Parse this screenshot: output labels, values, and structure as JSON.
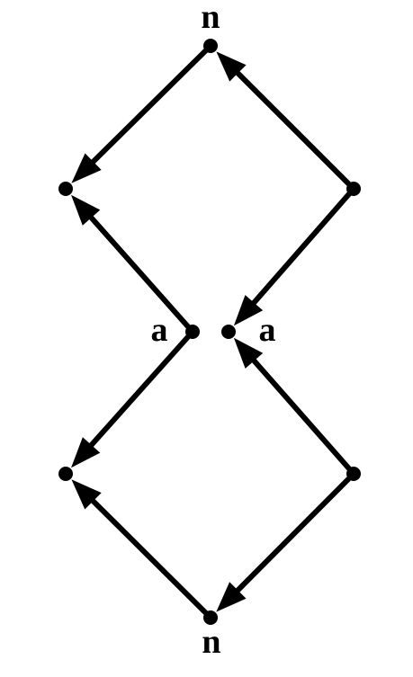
{
  "diagram": {
    "colors": {
      "ink": "#000000",
      "background": "#ffffff"
    },
    "labels": {
      "top": "n",
      "bottom": "n",
      "middle_left": "a",
      "middle_right": "a"
    },
    "nodes": [
      {
        "id": "top",
        "label": "n"
      },
      {
        "id": "upper-left"
      },
      {
        "id": "upper-right"
      },
      {
        "id": "middle-left",
        "label": "a"
      },
      {
        "id": "middle-right",
        "label": "a"
      },
      {
        "id": "lower-left"
      },
      {
        "id": "lower-right"
      },
      {
        "id": "bottom",
        "label": "n"
      }
    ],
    "edges": [
      {
        "from": "top",
        "to": "upper-left"
      },
      {
        "from": "upper-right",
        "to": "top"
      },
      {
        "from": "middle-left",
        "to": "upper-left"
      },
      {
        "from": "upper-right",
        "to": "middle-right"
      },
      {
        "from": "middle-left",
        "to": "lower-left"
      },
      {
        "from": "lower-right",
        "to": "middle-right"
      },
      {
        "from": "bottom",
        "to": "lower-left"
      },
      {
        "from": "lower-right",
        "to": "bottom"
      }
    ]
  }
}
